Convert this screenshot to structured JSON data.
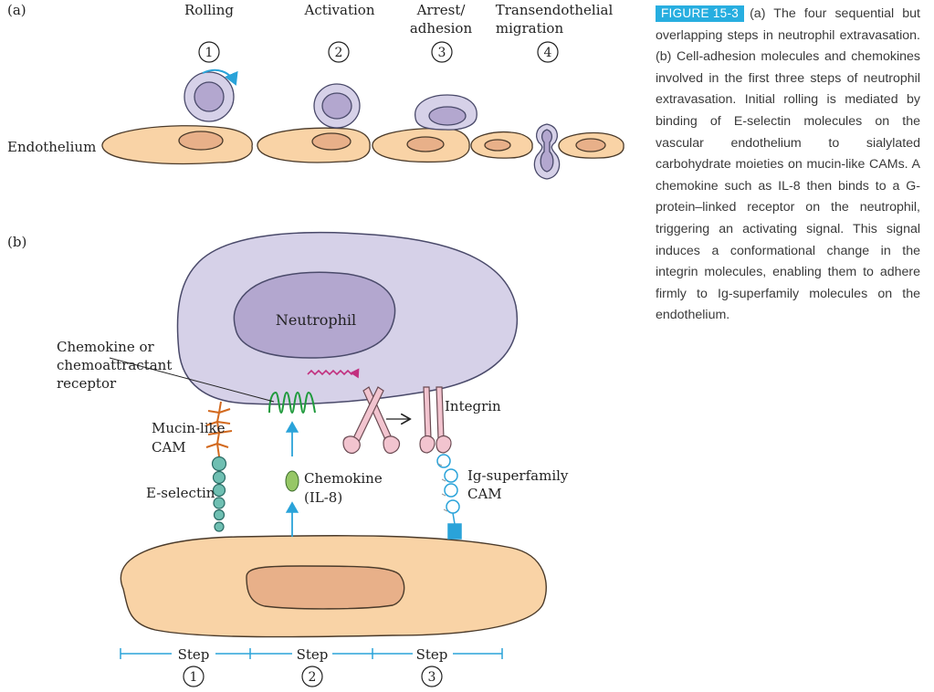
{
  "panel_a": {
    "label": "(a)",
    "steps": [
      {
        "title": "Rolling",
        "num": "1"
      },
      {
        "title_line1": "Arrest/",
        "title_line2": "adhesion",
        "num": "3"
      },
      {
        "title": "Activation",
        "num": "2"
      },
      {
        "title_line1": "Transendothelial",
        "title_line2": "migration",
        "num": "4"
      }
    ],
    "endothelium_label": "Endothelium"
  },
  "panel_b": {
    "label": "(b)",
    "neutrophil_label": "Neutrophil",
    "receptor_label_line1": "Chemokine or",
    "receptor_label_line2": "chemoattractant",
    "receptor_label_line3": "receptor",
    "integrin_label": "Integrin",
    "mucin_label_line1": "Mucin-like",
    "mucin_label_line2": "CAM",
    "eselectin_label": "E-selectin",
    "chemokine_label_line1": "Chemokine",
    "chemokine_label_line2": "(IL-8)",
    "igsf_label_line1": "Ig-superfamily",
    "igsf_label_line2": "CAM",
    "bottom_steps": [
      {
        "word": "Step",
        "num": "1"
      },
      {
        "word": "Step",
        "num": "2"
      },
      {
        "word": "Step",
        "num": "3"
      }
    ]
  },
  "caption": {
    "tag": "FIGURE 15-3",
    "text": "(a) The four sequential but overlapping steps in neutrophil extravasation. (b) Cell-adhesion molecules and chemokines involved in the first three steps of neutrophil extravasation. Initial rolling is mediated by binding of E-selectin molecules on the vascular endothelium to sialylated carbohydrate moieties on mucin-like CAMs. A chemokine such as IL-8 then binds to a G-protein–linked receptor on the neutrophil, triggering an activating signal. This signal induces a conformational change in the integrin molecules, enabling them to adhere firmly to Ig-superfamily molecules on the endothelium."
  },
  "colors": {
    "endothelium_fill": "#f9d3a6",
    "endothelium_nucleus": "#e8b089",
    "neutrophil_fill": "#d6d1e8",
    "neutrophil_nucleus": "#b3a7cf",
    "accent_blue": "#2aa3d9",
    "receptor_green": "#1f9a3c",
    "mucin_orange": "#d2691e",
    "selectin_teal": "#6fbfb2",
    "integrin_pink": "#f2c4cf",
    "signal_magenta": "#c2307f",
    "chemokine_green": "#96c766"
  }
}
